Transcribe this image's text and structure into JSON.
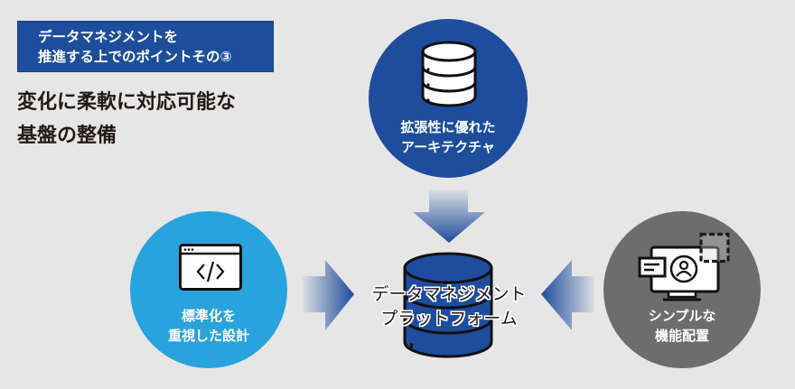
{
  "banner": {
    "line1": "データマネジメントを",
    "line2": "推進する上でのポイントその③"
  },
  "headline": {
    "line1": "変化に柔軟に対応可能な",
    "line2": "基盤の整備"
  },
  "center": {
    "line1": "データマネジメント",
    "line2": "プラットフォーム",
    "icon": "database-icon"
  },
  "nodes": {
    "top": {
      "line1": "拡張性に優れた",
      "line2": "アーキテクチャ",
      "icon": "database-stack-icon",
      "color": "#1e4d9e"
    },
    "left": {
      "line1": "標準化を",
      "line2": "重視した設計",
      "icon": "code-window-icon",
      "color": "#29a3de"
    },
    "right": {
      "line1": "シンプルな",
      "line2": "機能配置",
      "icon": "monitor-layout-icon",
      "color": "#6d6d6d"
    }
  },
  "colors": {
    "background": "#e6e6e6",
    "accent": "#1e4d9e",
    "arrow": "#1e4d9e"
  }
}
